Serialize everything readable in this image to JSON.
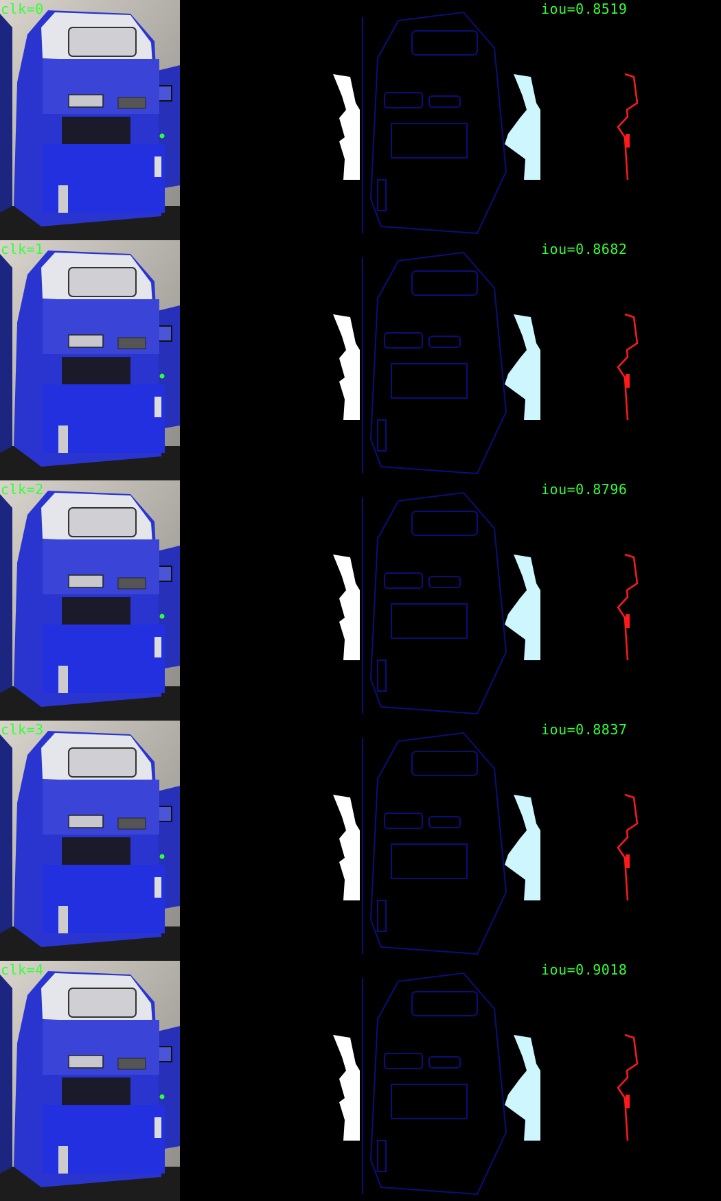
{
  "colors": {
    "label_text": "#33ff33",
    "background": "#000000",
    "bus_blue": "#2f39d8",
    "bus_white": "#e6e6ea",
    "mask_white": "#ffffff",
    "pred_cyan": "#cdf6ff",
    "edge_blue": "#0a0f7a",
    "contour_red": "#ff1a1a",
    "click_point": "#30ff30"
  },
  "rows": [
    {
      "clk_label": "clk=0",
      "iou_label": "iou=0.8519"
    },
    {
      "clk_label": "clk=1",
      "iou_label": "iou=0.8682"
    },
    {
      "clk_label": "clk=2",
      "iou_label": "iou=0.8796"
    },
    {
      "clk_label": "clk=3",
      "iou_label": "iou=0.8837"
    },
    {
      "clk_label": "clk=4",
      "iou_label": "iou=0.9018"
    }
  ]
}
